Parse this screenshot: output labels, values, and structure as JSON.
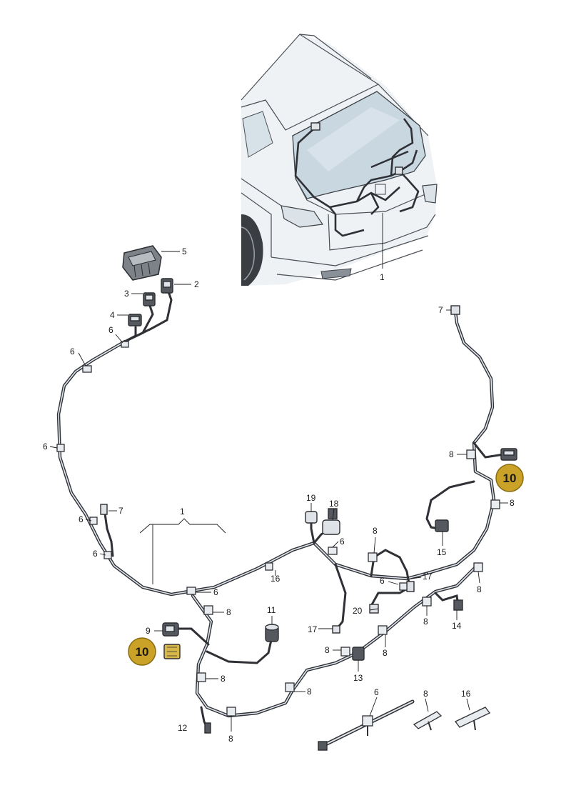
{
  "callouts": {
    "c1_car": "1",
    "c1_harness": "1",
    "c2": "2",
    "c3": "3",
    "c4": "4",
    "c5": "5",
    "c6": "6",
    "c7": "7",
    "c8": "8",
    "c9": "9",
    "c11": "11",
    "c12": "12",
    "c13": "13",
    "c14": "14",
    "c15": "15",
    "c16": "16",
    "c17": "17",
    "c18": "18",
    "c19": "19",
    "c20": "20"
  },
  "highlight": {
    "label": "10",
    "color": "#c9a227"
  },
  "colors": {
    "harness": "#2f3136",
    "car_body": "#edf1f4",
    "glass": "#c7d6e0"
  }
}
